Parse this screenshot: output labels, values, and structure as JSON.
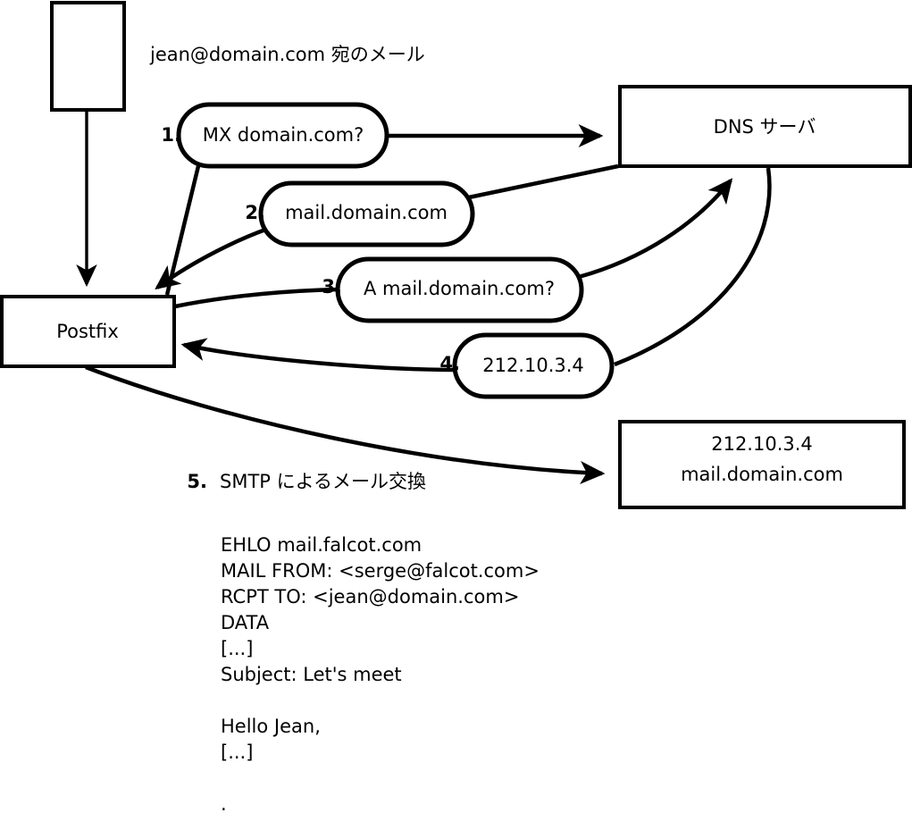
{
  "diagram": {
    "title_caption": "jean@domain.com 宛のメール",
    "nodes": [
      {
        "id": "source-box",
        "label": ""
      },
      {
        "id": "postfix-box",
        "label": "Postfix"
      },
      {
        "id": "dns-server-box",
        "label": "DNS サーバ"
      },
      {
        "id": "mail-server-box",
        "line1": "212.10.3.4",
        "line2": "mail.domain.com"
      }
    ],
    "steps": [
      {
        "num": "1.",
        "label": "MX domain.com?"
      },
      {
        "num": "2.",
        "label": "mail.domain.com"
      },
      {
        "num": "3.",
        "label": "A mail.domain.com?"
      },
      {
        "num": "4.",
        "label": "212.10.3.4"
      }
    ],
    "step5": {
      "num": "5.",
      "label": "SMTP によるメール交換"
    },
    "smtp_transcript": [
      "EHLO mail.falcot.com",
      "MAIL FROM: <serge@falcot.com>",
      "RCPT TO: <jean@domain.com>",
      "DATA",
      "[...]",
      "Subject: Let's meet",
      "",
      "Hello Jean,",
      "[...]",
      "",
      "."
    ],
    "colors": {
      "stroke": "#000000",
      "fill": "#ffffff",
      "background": "#ffffff"
    }
  }
}
